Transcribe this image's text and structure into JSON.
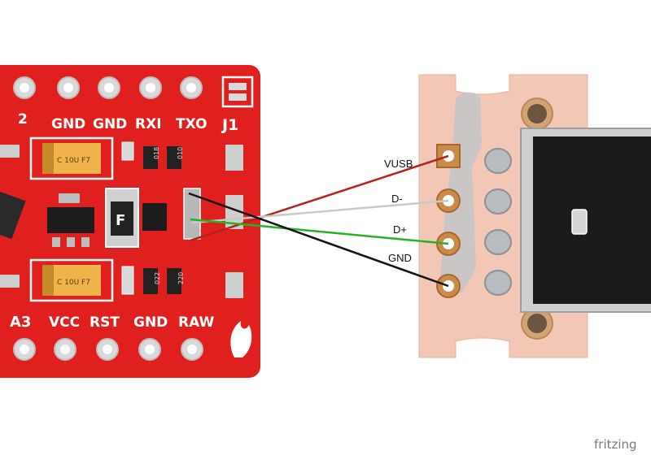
{
  "board": {
    "top_labels": [
      "2",
      "GND",
      "GND",
      "RXI",
      "TXO",
      "J1"
    ],
    "bottom_labels": [
      "A3",
      "VCC",
      "RST",
      "GND",
      "RAW"
    ],
    "components": {
      "cap_top": "C 10U F7",
      "cap_bottom": "C 10U F7",
      "resistor_1": "018",
      "resistor_2": "010",
      "resistor_3": "022",
      "resistor_4": "220",
      "fuse": "F"
    }
  },
  "wires": [
    {
      "label": "VUSB",
      "color": "#b3231b"
    },
    {
      "label": "D-",
      "color": "#c9c9c9"
    },
    {
      "label": "D+",
      "color": "#24b324"
    },
    {
      "label": "GND",
      "color": "#151515"
    }
  ],
  "credit": "fritzing"
}
